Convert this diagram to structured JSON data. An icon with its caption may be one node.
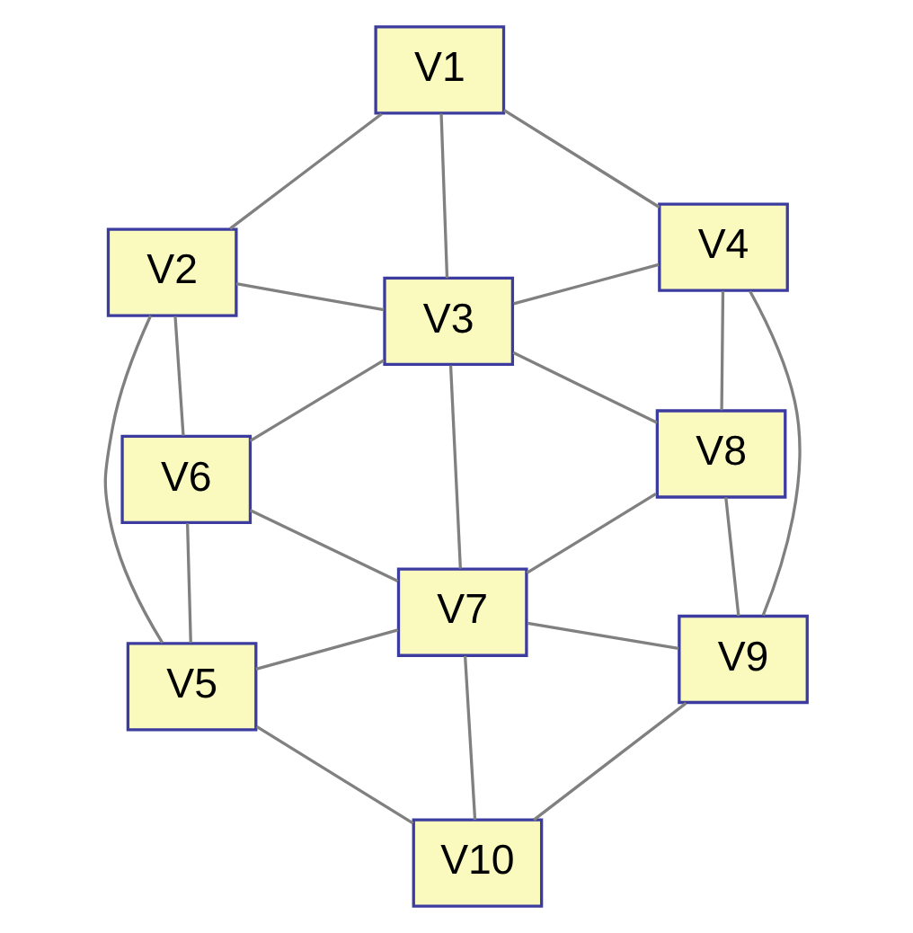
{
  "diagram": {
    "nodes": [
      {
        "text": [
          "V1"
        ]
      },
      {
        "text": [
          "V2"
        ]
      },
      {
        "text": [
          "V3"
        ]
      },
      {
        "text": [
          "V4"
        ]
      },
      {
        "text": [
          "V5"
        ]
      },
      {
        "text": [
          "V6"
        ]
      },
      {
        "text": [
          "V7"
        ]
      },
      {
        "text": [
          "V8"
        ]
      },
      {
        "text": [
          "V9"
        ]
      },
      {
        "text": [
          "V10"
        ]
      }
    ],
    "edges": [
      {
        "from": 0,
        "to": 1,
        "arrow": "none"
      },
      {
        "from": 0,
        "to": 2,
        "arrow": "none"
      },
      {
        "from": 0,
        "to": 3,
        "arrow": "none"
      },
      {
        "from": 1,
        "to": 2,
        "arrow": "none"
      },
      {
        "from": 1,
        "to": 5,
        "arrow": "none"
      },
      {
        "from": 1,
        "to": 4,
        "arrow": "none"
      },
      {
        "from": 2,
        "to": 5,
        "arrow": "none"
      },
      {
        "from": 2,
        "to": 3,
        "arrow": "none"
      },
      {
        "from": 2,
        "to": 7,
        "arrow": "none"
      },
      {
        "from": 2,
        "to": 6,
        "arrow": "none"
      },
      {
        "from": 5,
        "to": 4,
        "arrow": "none"
      },
      {
        "from": 5,
        "to": 6,
        "arrow": "none"
      },
      {
        "from": 4,
        "to": 6,
        "arrow": "none"
      },
      {
        "from": 4,
        "to": 9,
        "arrow": "none"
      },
      {
        "from": 3,
        "to": 7,
        "arrow": "none"
      },
      {
        "from": 3,
        "to": 8,
        "arrow": "none"
      },
      {
        "from": 7,
        "to": 6,
        "arrow": "none"
      },
      {
        "from": 7,
        "to": 8,
        "arrow": "none"
      },
      {
        "from": 6,
        "to": 8,
        "arrow": "none"
      },
      {
        "from": 6,
        "to": 9,
        "arrow": "none"
      },
      {
        "from": 9,
        "to": 8,
        "arrow": "none"
      }
    ]
  }
}
